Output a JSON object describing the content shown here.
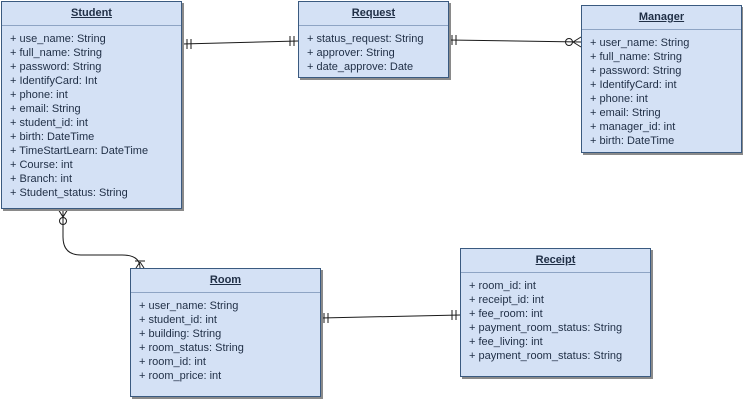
{
  "entities": {
    "student": {
      "name": "Student",
      "attributes": [
        "+ use_name: String",
        "+ full_name: String",
        "+ password: String",
        "+ IdentifyCard: Int",
        "+ phone: int",
        "+ email: String",
        "+ student_id: int",
        "+ birth: DateTime",
        "+ TimeStartLearn: DateTime",
        "+ Course: int",
        "+ Branch: int",
        "+ Student_status: String"
      ]
    },
    "request": {
      "name": "Request",
      "attributes": [
        "+ status_request: String",
        "+ approver: String",
        "+ date_approve: Date"
      ]
    },
    "manager": {
      "name": "Manager",
      "attributes": [
        "+ user_name: String",
        "+ full_name: String",
        "+ password: String",
        "+ IdentifyCard: int",
        "+ phone: int",
        "+ email: String",
        "+ manager_id: int",
        "+ birth: DateTime"
      ]
    },
    "room": {
      "name": "Room",
      "attributes": [
        "+ user_name: String",
        "+ student_id: int",
        "+ building: String",
        "+ room_status: String",
        "+ room_id: int",
        "+ room_price: int"
      ]
    },
    "receipt": {
      "name": "Receipt",
      "attributes": [
        "+ room_id: int",
        "+ receipt_id: int",
        "+ fee_room: int",
        "+ payment_room_status: String",
        "+ fee_living: int",
        "+ payment_room_status: String"
      ]
    }
  },
  "relationships": [
    {
      "from": "student",
      "to": "request",
      "from_cardinality": "one-and-only-one",
      "to_cardinality": "one-and-only-one"
    },
    {
      "from": "request",
      "to": "manager",
      "from_cardinality": "one-and-only-one",
      "to_cardinality": "zero-or-many"
    },
    {
      "from": "student",
      "to": "room",
      "from_cardinality": "zero-or-many",
      "to_cardinality": "one-or-many"
    },
    {
      "from": "room",
      "to": "receipt",
      "from_cardinality": "one-and-only-one",
      "to_cardinality": "one-and-only-one"
    }
  ]
}
